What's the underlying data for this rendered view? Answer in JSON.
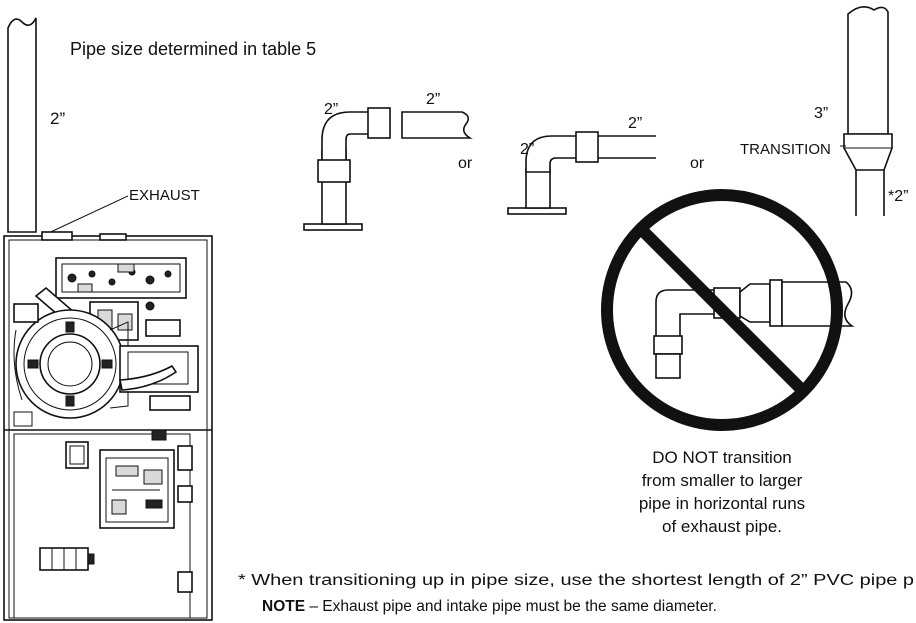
{
  "header": {
    "pipe_size_note": "Pipe size determined in table 5"
  },
  "labels": {
    "vertical_pipe_size": "2”",
    "exhaust": "EXHAUST",
    "elbow1_size": "2”",
    "elbow1_pipe_size": "2”",
    "or_1": "or",
    "elbow2_size": "2”",
    "elbow2_pipe_size": "2”",
    "or_2": "or",
    "transition_upper_size": "3”",
    "transition": "TRANSITION",
    "transition_lower_size": "*2”"
  },
  "warning": {
    "lines": [
      "DO NOT transition",
      "from smaller to larger",
      "pipe in horizontal runs",
      "of exhaust pipe."
    ]
  },
  "footnote": {
    "asterisk_note": "* When transitioning up in pipe size, use the shortest length of 2” PVC pipe p",
    "note_label": "NOTE",
    "note_text": " – Exhaust pipe and intake pipe must be the same diameter."
  }
}
